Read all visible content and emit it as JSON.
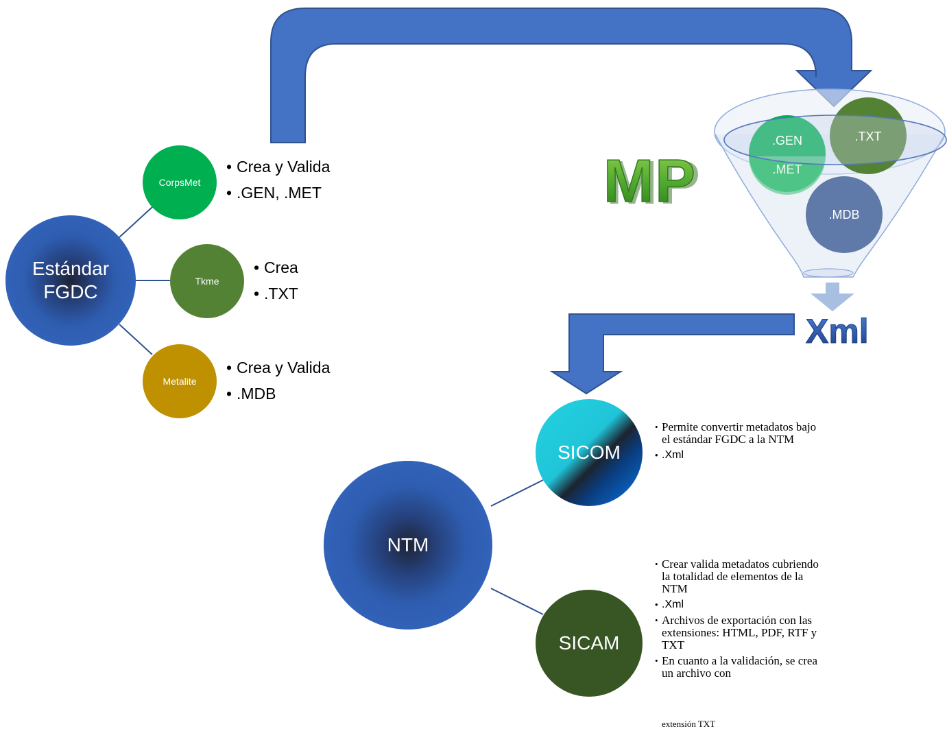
{
  "standard": {
    "label_line1": "Estándar",
    "label_line2": "FGDC",
    "tools": [
      {
        "name": "CorpsMet",
        "color": "#00b050",
        "bullets": [
          "Crea y Valida",
          ".GEN, .MET"
        ]
      },
      {
        "name": "Tkme",
        "color": "#548235",
        "bullets": [
          "Crea",
          ".TXT"
        ]
      },
      {
        "name": "Metalite",
        "color": "#bf9000",
        "bullets": [
          "Crea y Valida",
          ".MDB"
        ]
      }
    ]
  },
  "funnel": {
    "title": "MP",
    "items": [
      ".GEN",
      ".MET",
      ".TXT",
      ".MDB"
    ],
    "output": "Xml"
  },
  "ntm": {
    "label": "NTM",
    "tools": [
      {
        "name": "SICOM",
        "bullets": [
          "Permite convertir metadatos bajo el estándar FGDC a la NTM",
          ".Xml"
        ]
      },
      {
        "name": "SICAM",
        "bullets": [
          "Crear valida metadatos cubriendo la totalidad de elementos de la NTM",
          ".Xml",
          "Archivos de exportación con las extensiones: HTML, PDF, RTF y TXT",
          "En cuanto a la validación, se crea un archivo con",
          "extensión TXT"
        ]
      }
    ]
  },
  "colors": {
    "arrow": "#4472c4",
    "arrow_border": "#2f528f",
    "connector": "#2f528f",
    "main_circle": "#2e5db0",
    "sicam": "#375623",
    "mp_green": "#4ea72e",
    "xml_blue": "#2f5597"
  }
}
